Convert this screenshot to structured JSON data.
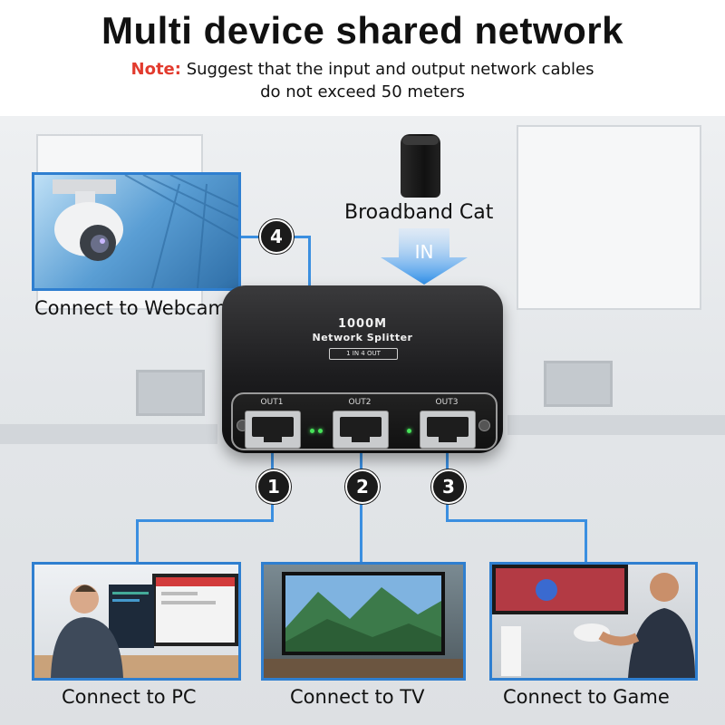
{
  "header": {
    "title": "Multi device shared network",
    "note_label": "Note:",
    "note_line1": " Suggest that the input and output network cables",
    "note_line2": "do not exceed 50 meters"
  },
  "source": {
    "label": "Broadband Cat",
    "arrow_label": "IN",
    "icon": "router-icon"
  },
  "splitter": {
    "model": "1000M",
    "name": "Network Splitter",
    "ports_spec": "1 IN 4 OUT",
    "ports": [
      "OUT1",
      "OUT2",
      "OUT3"
    ]
  },
  "badges": [
    "1",
    "2",
    "3",
    "4"
  ],
  "devices": {
    "webcam": {
      "caption": "Connect to Webcam",
      "icon": "camera-icon"
    },
    "pc": {
      "caption": "Connect to PC",
      "icon": "computer-icon"
    },
    "tv": {
      "caption": "Connect to TV",
      "icon": "tv-icon"
    },
    "game": {
      "caption": "Connect to Game",
      "icon": "gamepad-icon"
    }
  },
  "colors": {
    "accent_blue": "#2f7fd0",
    "note_red": "#e23b2e",
    "badge": "#1b1b1b",
    "led_green": "#47e35a"
  }
}
